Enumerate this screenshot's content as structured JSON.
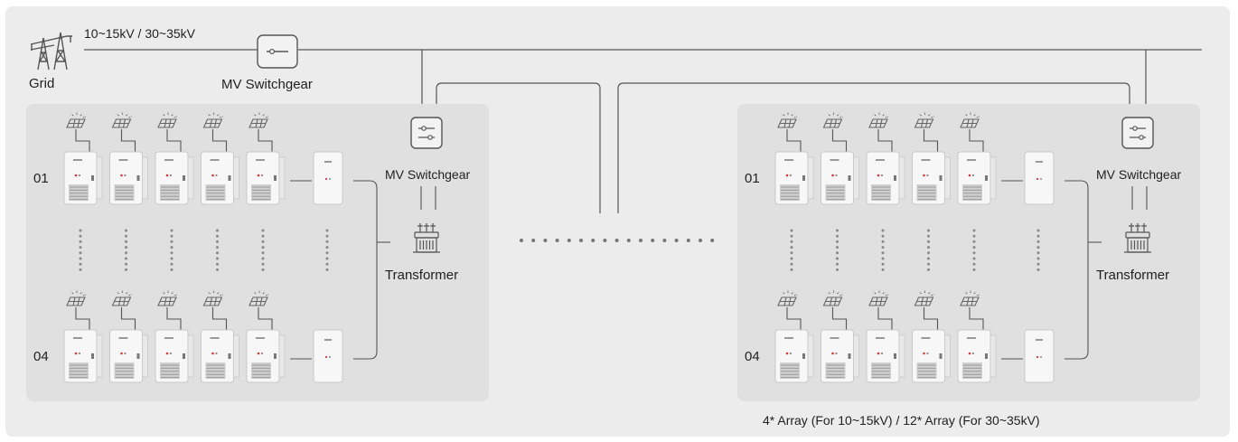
{
  "grid": {
    "voltage_label": "10~15kV / 30~35kV",
    "label": "Grid",
    "icon": "transmission-tower-icon"
  },
  "main_switchgear": {
    "label": "MV Switchgear",
    "icon": "switchgear-icon"
  },
  "arrays": [
    {
      "switchgear_label": "MV Switchgear",
      "transformer_label": "Transformer",
      "rows": [
        {
          "label": "01"
        },
        {
          "label": "04"
        }
      ]
    },
    {
      "switchgear_label": "MV Switchgear",
      "transformer_label": "Transformer",
      "rows": [
        {
          "label": "01"
        },
        {
          "label": "04"
        }
      ]
    }
  ],
  "footer_note": "4* Array (For 10~15kV)  / 12* Array (For 30~35kV)",
  "colors": {
    "frame": "#ececec",
    "array_bg": "#e0e0e0",
    "line": "#555555",
    "cabinet": "#f7f7f7",
    "accent": "#e0342f"
  }
}
